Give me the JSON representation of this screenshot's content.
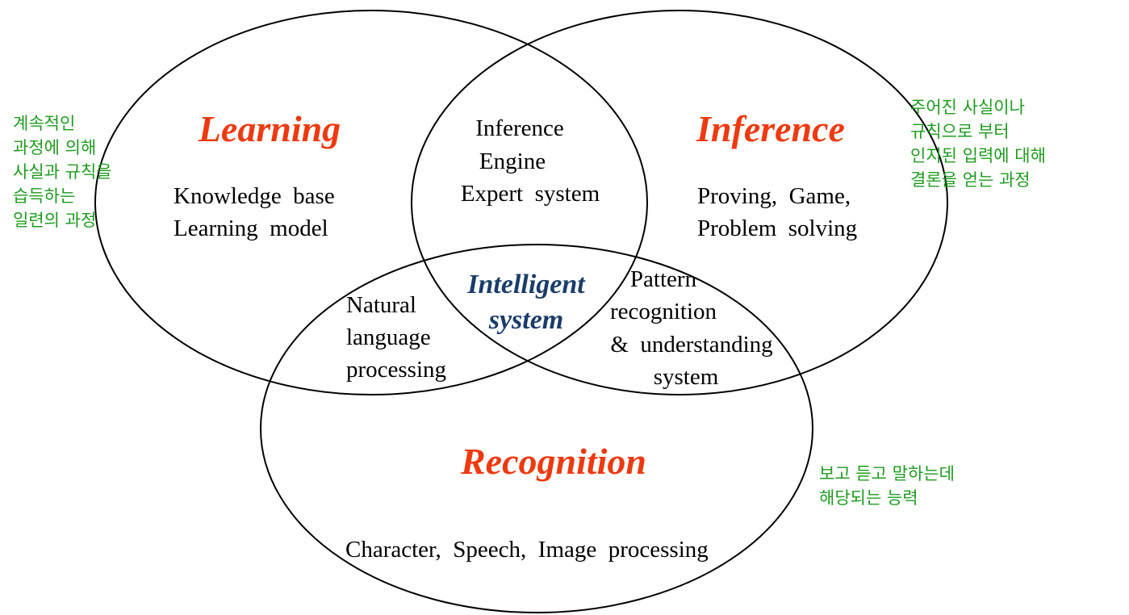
{
  "colors": {
    "title": "#ee3a10",
    "center": "#1a3d6a",
    "note": "#1e9b1e",
    "stroke": "#000000"
  },
  "learning": {
    "title": "Learning",
    "items": [
      "Knowledge  base",
      "Learning  model"
    ],
    "note": [
      "계속적인",
      "과정에 의해",
      "사실과 규칙을",
      "습득하는",
      "일련의 과정"
    ]
  },
  "inference": {
    "title": "Inference",
    "items": [
      "Proving,  Game,",
      "Problem  solving"
    ],
    "note": [
      "주어진 사실이나",
      "규칙으로 부터",
      "인지된 입력에 대해",
      "결론을 얻는 과정"
    ]
  },
  "recognition": {
    "title": "Recognition",
    "items": [
      "Character,  Speech,  Image  processing"
    ],
    "note": [
      "보고 듣고 말하는데",
      "해당되는 능력"
    ]
  },
  "overlaps": {
    "learning_inference": [
      "Inference",
      "Engine",
      "Expert  system"
    ],
    "learning_recognition": [
      "Natural",
      "language",
      "processing"
    ],
    "inference_recognition": [
      "Pattern",
      "recognition",
      "&  understanding",
      "system"
    ]
  },
  "center": {
    "lines": [
      "Intelligent",
      "system"
    ]
  }
}
